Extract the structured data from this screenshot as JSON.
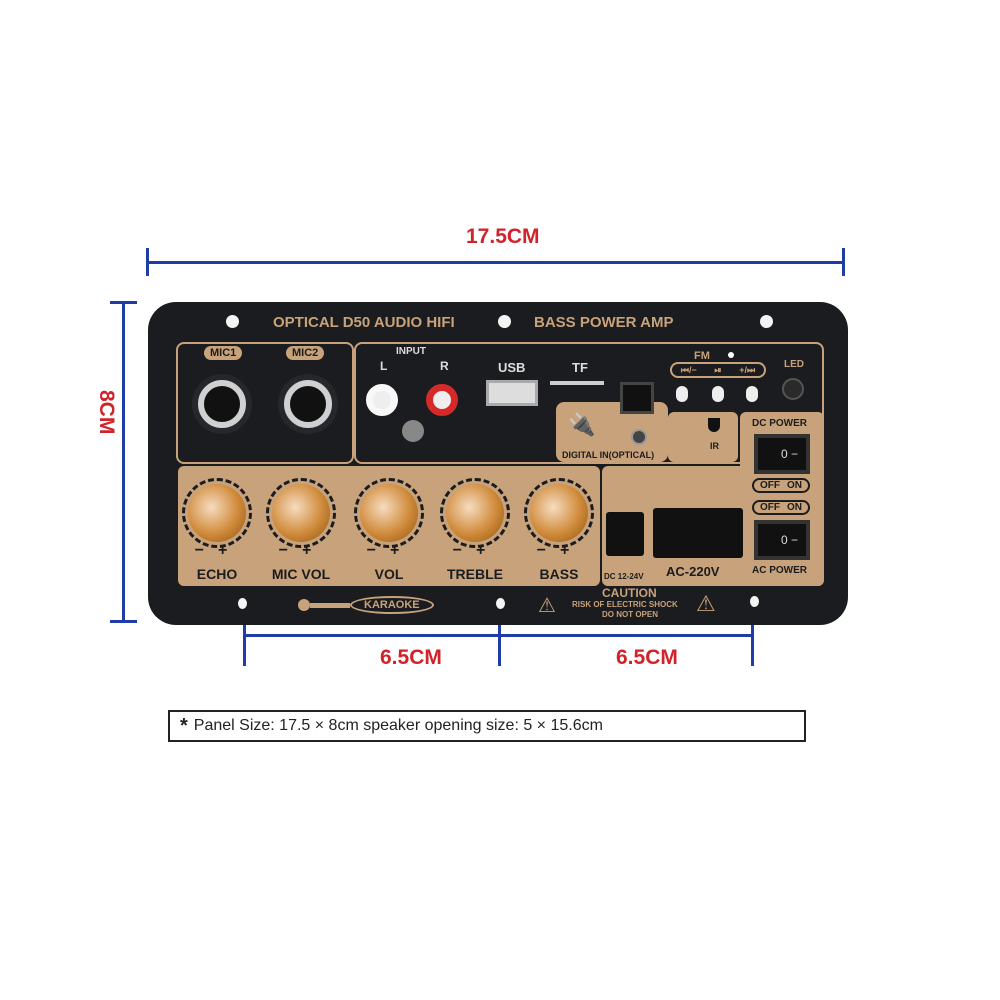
{
  "dimensions": {
    "width": "17.5CM",
    "height": "8CM",
    "left_spacing": "6.5CM",
    "right_spacing": "6.5CM"
  },
  "panel": {
    "title_left": "OPTICAL D50 AUDIO HIFI",
    "title_right": "BASS POWER AMP",
    "mic1": "MIC1",
    "mic2": "MIC2",
    "input": "INPUT",
    "input_l": "L",
    "input_r": "R",
    "usb": "USB",
    "tf": "TF",
    "digital_in": "DIGITAL IN(OPTICAL)",
    "fm": "FM",
    "prev": "⏮/−",
    "play": "⏯",
    "next": "+/⏭",
    "led": "LED",
    "ir": "IR",
    "dc_power": "DC POWER",
    "ac_power": "AC POWER",
    "off": "OFF",
    "on": "ON",
    "switch_mark": "0 −",
    "dc_input": "DC 12-24V",
    "ac_input": "AC-220V",
    "knobs": [
      "ECHO",
      "MIC VOL",
      "VOL",
      "TREBLE",
      "BASS"
    ],
    "minus": "−",
    "plus": "+",
    "karaoke": "KARAOKE",
    "caution": "CAUTION",
    "caution_1": "RISK OF ELECTRIC SHOCK",
    "caution_2": "DO NOT OPEN"
  },
  "note": {
    "star": "*",
    "text": "Panel Size: 17.5 × 8cm speaker opening size: 5 × 15.6cm"
  },
  "colors": {
    "gold": "#c8a27a",
    "panel": "#1b1c1f",
    "dimension_line": "#1f3ca8",
    "dimension_text": "#d2232a"
  }
}
